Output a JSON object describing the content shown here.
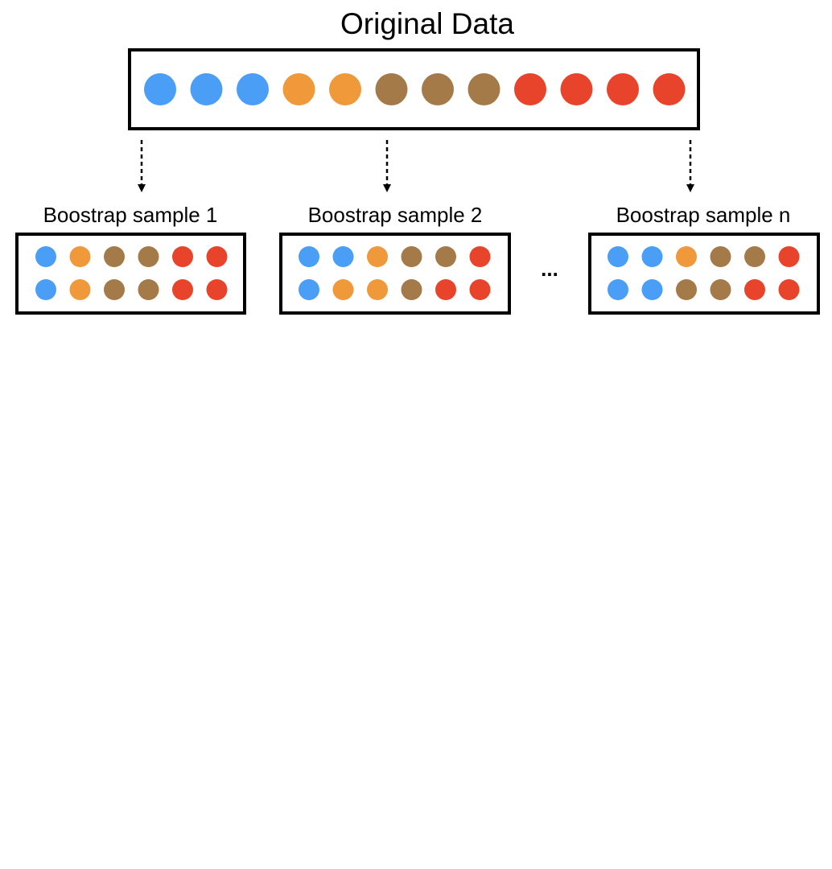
{
  "title": "Original Data",
  "colors": {
    "blue": "#4a9ef5",
    "orange": "#f0993a",
    "brown": "#a47a49",
    "red": "#e8432b"
  },
  "original_data": [
    "blue",
    "blue",
    "blue",
    "orange",
    "orange",
    "brown",
    "brown",
    "brown",
    "red",
    "red",
    "red",
    "red"
  ],
  "ellipsis": "...",
  "samples": [
    {
      "label": "Boostrap sample 1",
      "rows": [
        [
          "blue",
          "orange",
          "brown",
          "brown",
          "red",
          "red"
        ],
        [
          "blue",
          "orange",
          "brown",
          "brown",
          "red",
          "red"
        ]
      ]
    },
    {
      "label": "Boostrap sample 2",
      "rows": [
        [
          "blue",
          "blue",
          "orange",
          "brown",
          "brown",
          "red"
        ],
        [
          "blue",
          "orange",
          "orange",
          "brown",
          "red",
          "red"
        ]
      ]
    },
    {
      "label": "Boostrap sample n",
      "rows": [
        [
          "blue",
          "blue",
          "orange",
          "brown",
          "brown",
          "red"
        ],
        [
          "blue",
          "blue",
          "brown",
          "brown",
          "red",
          "red"
        ]
      ]
    }
  ]
}
